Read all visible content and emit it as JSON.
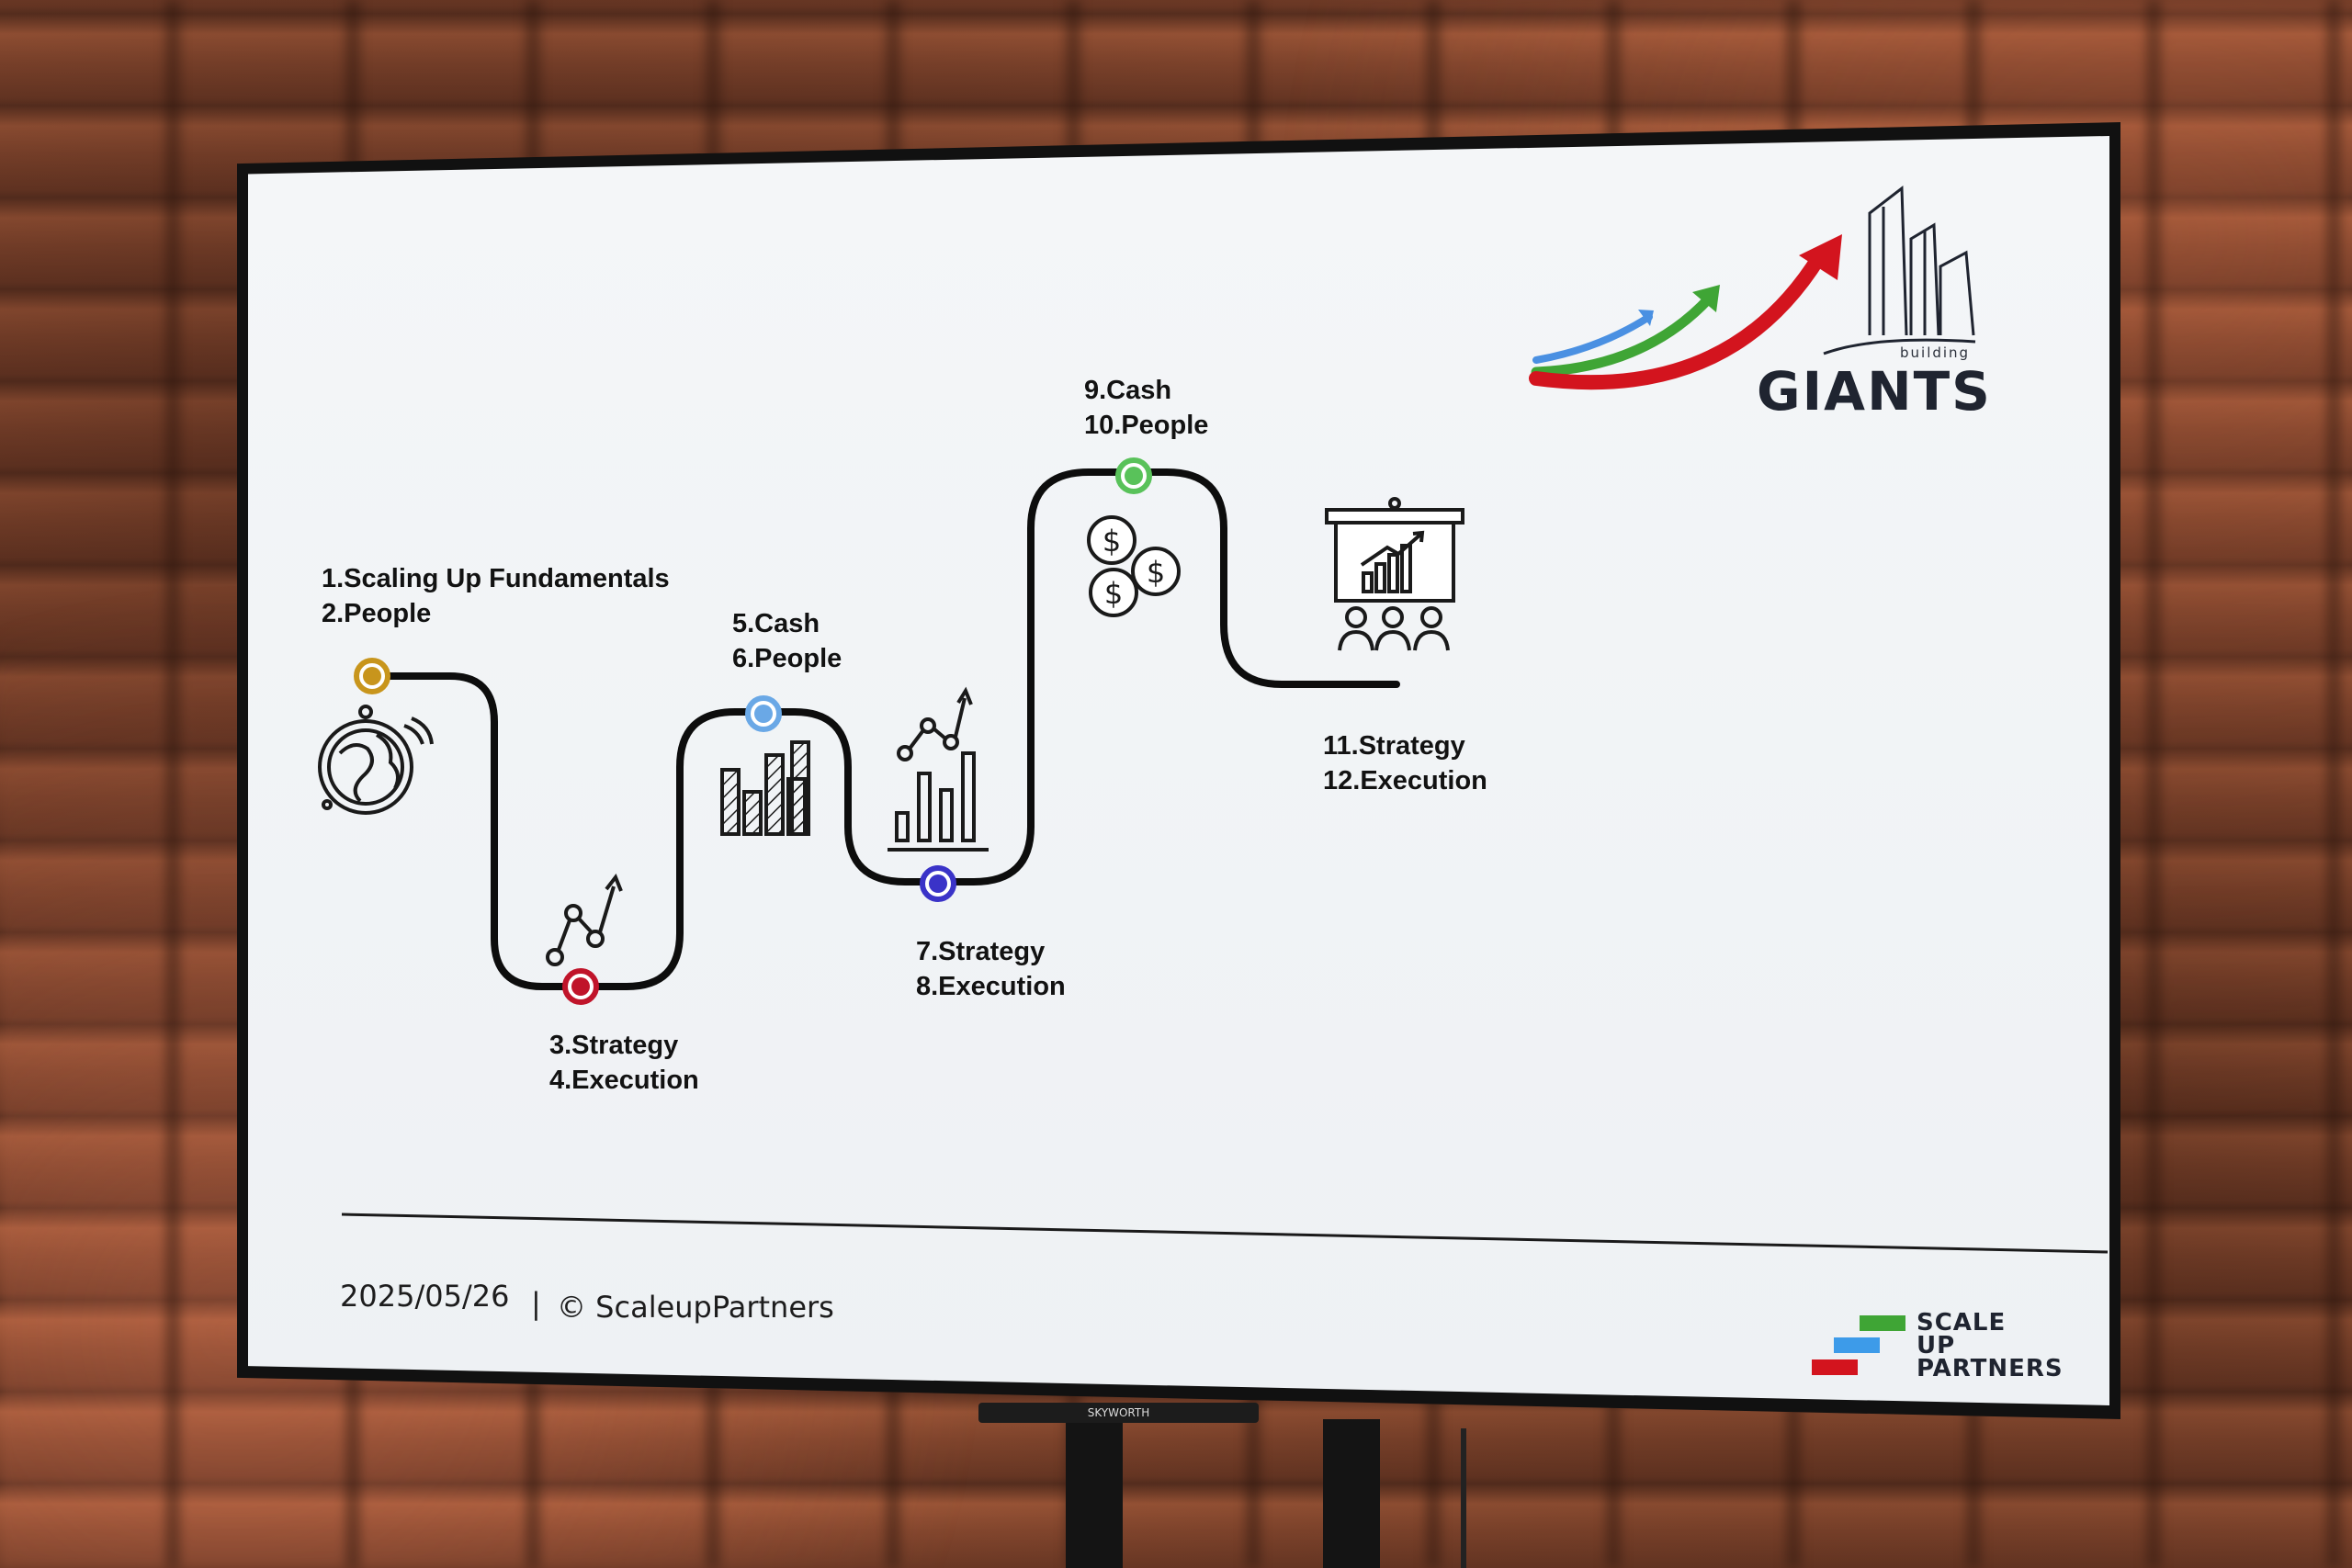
{
  "slide": {
    "milestones": [
      {
        "line1": "1.Scaling Up Fundamentals",
        "line2": "2.People",
        "color": "#c8951c"
      },
      {
        "line1": "3.Strategy",
        "line2": "4.Execution",
        "color": "#c0142a"
      },
      {
        "line1": "5.Cash",
        "line2": "6.People",
        "color": "#6aa8e6"
      },
      {
        "line1": "7.Strategy",
        "line2": "8.Execution",
        "color": "#3a33c8"
      },
      {
        "line1": "9.Cash",
        "line2": "10.People",
        "color": "#59c25a"
      },
      {
        "line1": "11.Strategy",
        "line2": "12.Execution"
      }
    ],
    "logo_top": {
      "small": "building",
      "word": "GIANTS"
    },
    "footer": {
      "date": "2025/05/26",
      "separator": "|",
      "copyright": "© ScaleupPartners"
    },
    "logo_bottom": {
      "line1": "SCALE",
      "line2": "UP",
      "line3": "PARTNERS"
    }
  },
  "tv": {
    "brand": "SKYWORTH"
  },
  "colors": {
    "arrow_blue": "#4a90e2",
    "arrow_green": "#3fa535",
    "arrow_red": "#d3141e",
    "partners_green": "#3fa535",
    "partners_blue": "#3d9be9",
    "partners_red": "#d3141e"
  }
}
